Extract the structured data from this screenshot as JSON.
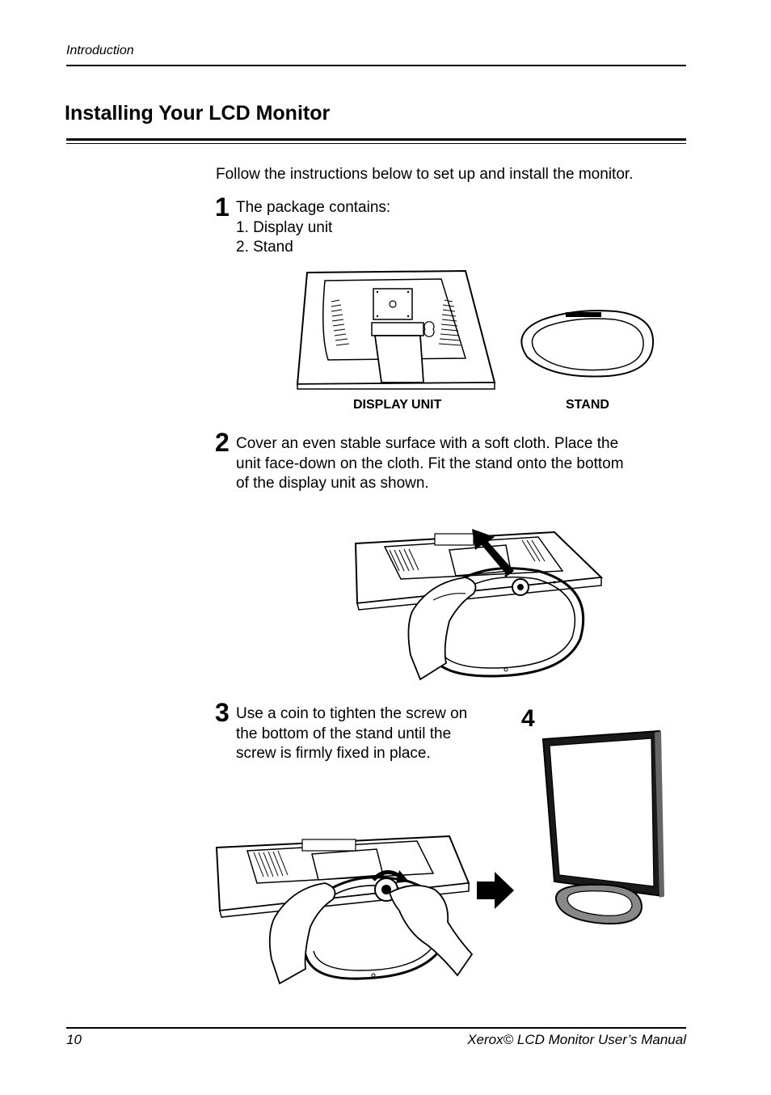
{
  "header": {
    "section": "Introduction"
  },
  "title": "Installing Your LCD Monitor",
  "intro": "Follow the instructions below to set up and install the monitor.",
  "steps": [
    {
      "number": "1",
      "lines": [
        "The package contains:",
        "1. Display unit",
        "2. Stand"
      ]
    },
    {
      "number": "2",
      "lines": [
        "Cover an even stable surface with a soft cloth. Place the",
        "unit face-down on the cloth. Fit the stand onto the bottom",
        "of the display unit as shown."
      ]
    },
    {
      "number": "3",
      "lines": [
        "Use a coin to tighten the screw on",
        "the bottom of the stand until the",
        "screw is firmly fixed in place."
      ]
    },
    {
      "number": "4",
      "lines": []
    }
  ],
  "captions": {
    "display_unit": "DISPLAY UNIT",
    "stand": "STAND"
  },
  "footer": {
    "page_number": "10",
    "manual_title": "Xerox© LCD Monitor User’s Manual"
  }
}
